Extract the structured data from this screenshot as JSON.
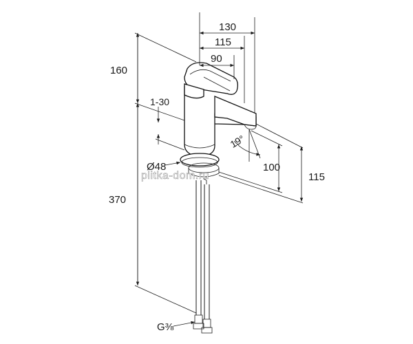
{
  "dimensions": {
    "width_130": "130",
    "width_115": "115",
    "width_90": "90",
    "height_160": "160",
    "range_1_30": "1-30",
    "angle_19": "19°",
    "diameter_48": "Ø48",
    "height_100": "100",
    "height_115": "115",
    "height_370": "370",
    "thread_g38": "G⅜"
  },
  "watermark": "plitka-dom.ru",
  "colors": {
    "line": "#1a1a1a",
    "background": "#ffffff"
  }
}
